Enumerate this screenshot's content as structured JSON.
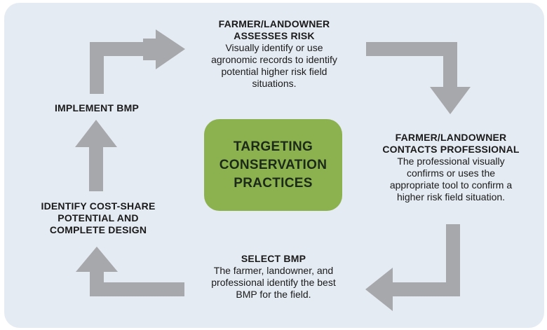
{
  "colors": {
    "background_panel": "#e4ebf2",
    "arrow": "#a6a8ab",
    "center_box": "#8cb14f",
    "text": "#1a1a1a"
  },
  "center": {
    "title": "TARGETING\nCONSERVATION\nPRACTICES"
  },
  "steps": [
    {
      "title": "FARMER/LANDOWNER\nASSESSES RISK",
      "description": "Visually identify or use\nagronomic records to identify\npotential higher risk field\nsituations."
    },
    {
      "title": "FARMER/LANDOWNER\nCONTACTS PROFESSIONAL",
      "description": "The professional visually\nconfirms or uses the\nappropriate tool to confirm a\nhigher risk field situation."
    },
    {
      "title": "SELECT BMP",
      "description": "The farmer, landowner, and\nprofessional identify the best\nBMP for the field."
    },
    {
      "title": "IDENTIFY COST-SHARE\nPOTENTIAL AND\nCOMPLETE DESIGN",
      "description": ""
    },
    {
      "title": "IMPLEMENT BMP",
      "description": ""
    }
  ],
  "arrows": [
    {
      "name": "arrow-to-assesses-risk",
      "icon": "elbow-arrow-right"
    },
    {
      "name": "arrow-to-contacts-professional",
      "icon": "elbow-arrow-down"
    },
    {
      "name": "arrow-to-select-bmp",
      "icon": "elbow-arrow-left"
    },
    {
      "name": "arrow-to-cost-share",
      "icon": "elbow-arrow-up"
    },
    {
      "name": "arrow-to-implement-bmp",
      "icon": "arrow-up"
    }
  ]
}
